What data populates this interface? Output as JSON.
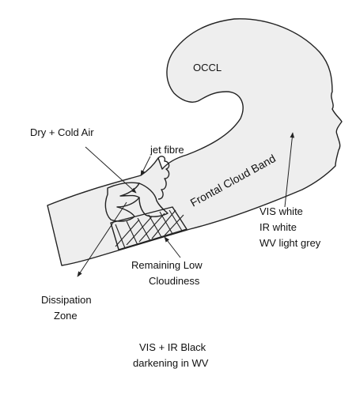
{
  "labels": {
    "occl": "OCCL",
    "dry_cold_air": "Dry + Cold Air",
    "jet_fibre": "jet fibre",
    "frontal_cloud_band": "Frontal Cloud Band",
    "vis_white": "VIS white",
    "ir_white": "IR   white",
    "wv_light_grey": "WV light grey",
    "remaining_low_1": "Remaining Low",
    "remaining_low_2": "Cloudiness",
    "dissipation_1": "Dissipation",
    "dissipation_2": "Zone",
    "vis_ir_black": "VIS + IR Black",
    "darkening_wv": "darkening in WV"
  },
  "colors": {
    "cloud_fill": "#eeeeee",
    "line": "#222222",
    "text": "#111111",
    "background": "#ffffff"
  }
}
